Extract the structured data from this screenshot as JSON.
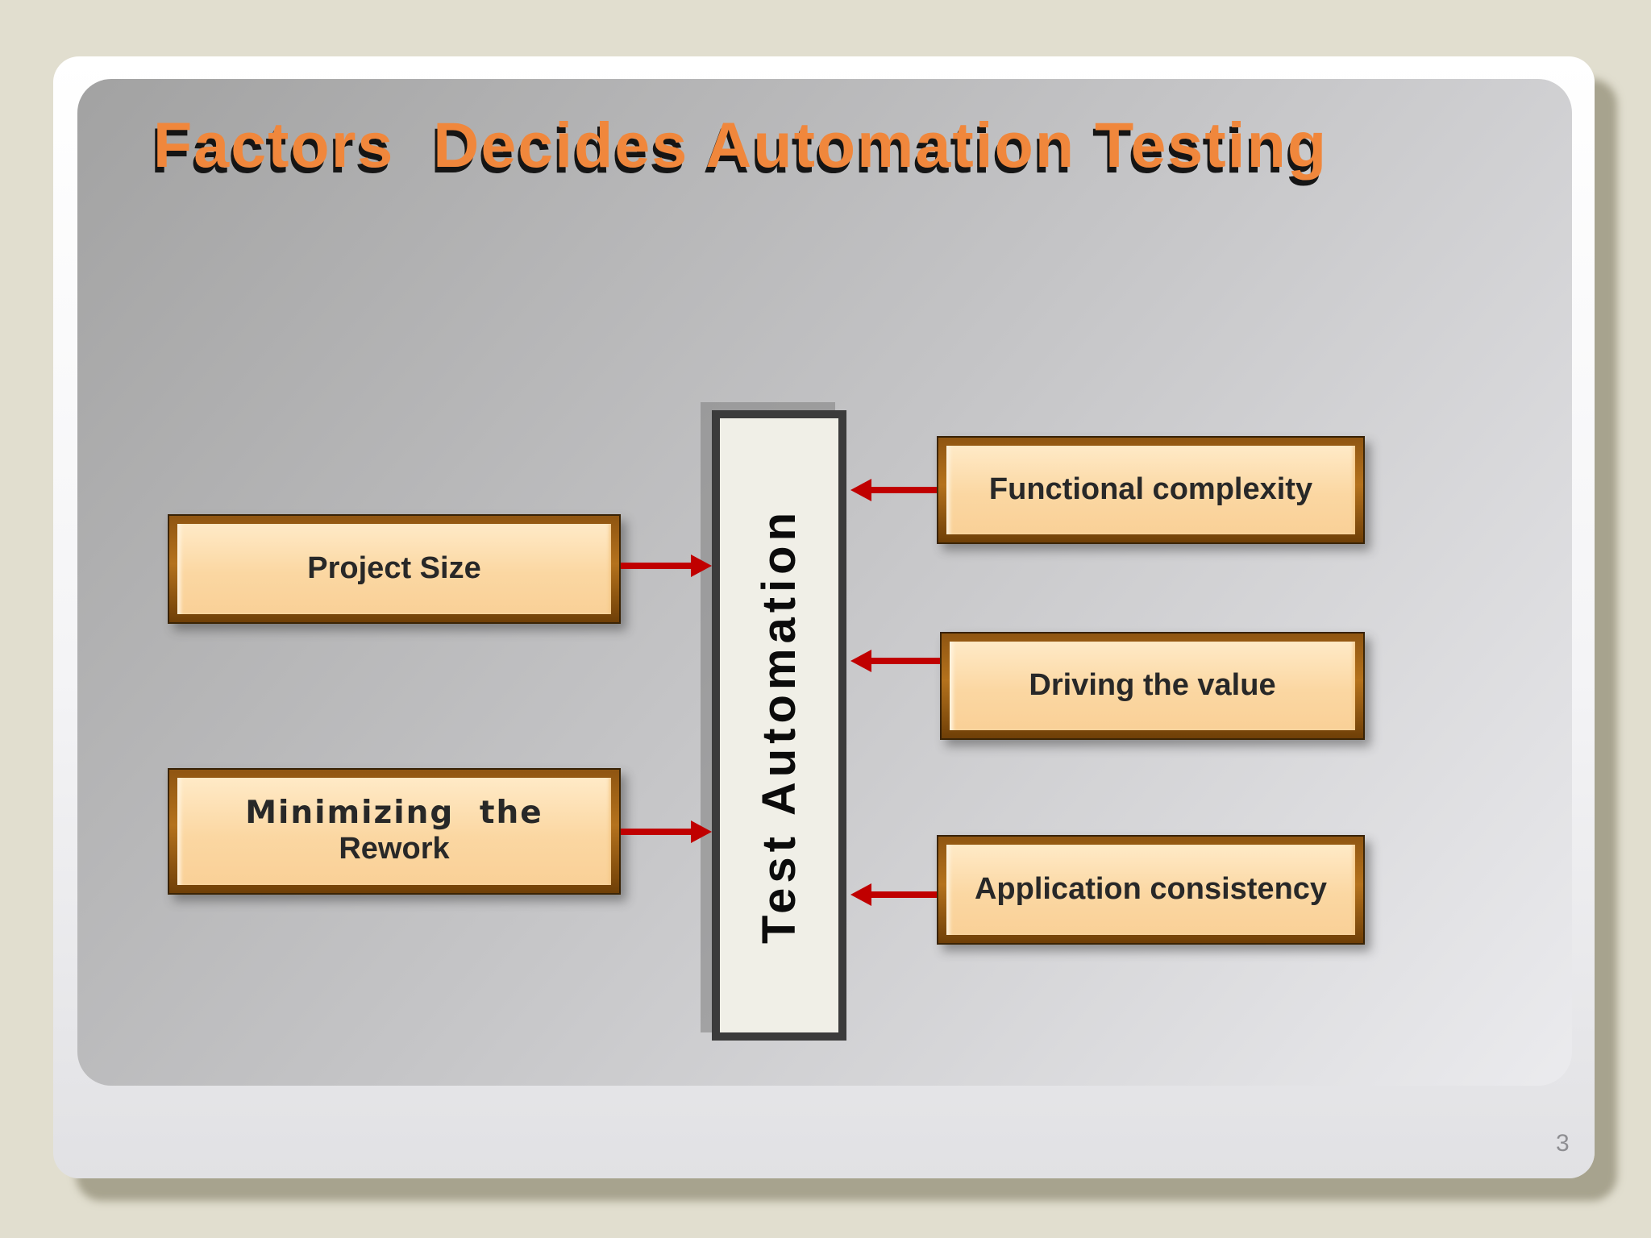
{
  "slide": {
    "title": "Factors  Decides Automation Testing",
    "page_number": "3"
  },
  "diagram": {
    "center_label": "Test Automation",
    "left_factors": [
      {
        "label": "Project Size"
      },
      {
        "line1": "Minimizing the",
        "line2": "Rework"
      }
    ],
    "right_factors": [
      {
        "label": "Functional complexity"
      },
      {
        "label": "Driving the value"
      },
      {
        "label": "Application consistency"
      }
    ]
  },
  "colors": {
    "background": "#e1decf",
    "panel_gray_start": "#a2a2a2",
    "panel_gray_end": "#ebebee",
    "title_orange": "#f0873c",
    "factor_box_fill": "#fbd7a2",
    "factor_box_frame": "#8f5511",
    "center_box_fill": "#f0efe7",
    "center_box_border": "#3b3b3b",
    "arrow_red": "#c00000",
    "page_number_gray": "#8e8e92"
  }
}
